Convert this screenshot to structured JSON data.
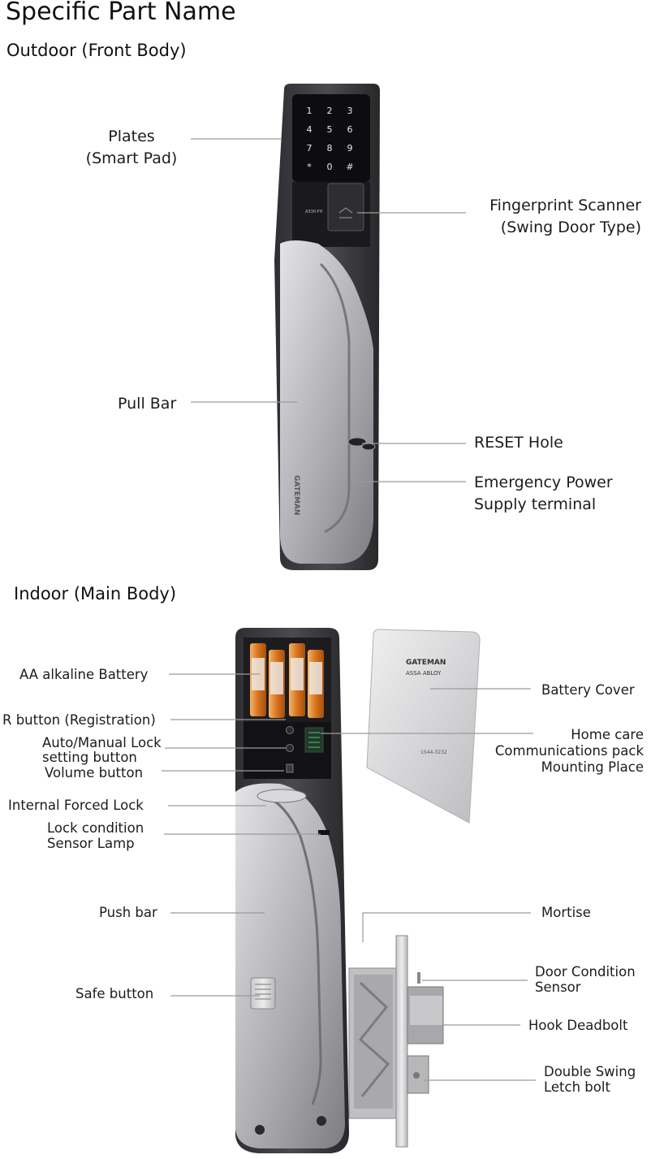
{
  "title": "Specific Part Name",
  "outdoor": {
    "heading": "Outdoor (Front Body)",
    "keypad": [
      "1",
      "2",
      "3",
      "4",
      "5",
      "6",
      "7",
      "8",
      "9",
      "*",
      "0",
      "#"
    ],
    "model_text": "A330-FH",
    "brand_vertical": "GATEMAN",
    "labels": {
      "plates_line1": "Plates",
      "plates_line2": "(Smart Pad)",
      "fingerprint_line1": "Fingerprint Scanner",
      "fingerprint_line2": "(Swing Door Type)",
      "pull_bar": "Pull Bar",
      "reset_hole": "RESET Hole",
      "emergency_line1": "Emergency Power",
      "emergency_line2": "Supply terminal"
    }
  },
  "indoor": {
    "heading": "Indoor (Main Body)",
    "cover_brand": "GATEMAN",
    "cover_sub": "ASSA ABLOY",
    "cover_phone": "1544-3232",
    "labels": {
      "aa_battery": "AA alkaline Battery",
      "r_button": "R button (Registration)",
      "auto_manual_line1": "Auto/Manual Lock",
      "auto_manual_line2": "setting button",
      "volume_button": "Volume button",
      "internal_forced_lock": "Internal Forced Lock",
      "lock_condition_line1": "Lock condition",
      "lock_condition_line2": "Sensor Lamp",
      "push_bar": "Push bar",
      "safe_button": "Safe button",
      "battery_cover": "Battery Cover",
      "home_care_line1": "Home care",
      "home_care_line2": "Communications pack",
      "home_care_line3": "Mounting Place",
      "mortise": "Mortise",
      "door_condition_line1": "Door Condition",
      "door_condition_line2": "Sensor",
      "hook_deadbolt": "Hook Deadbolt",
      "double_swing_line1": "Double Swing",
      "double_swing_line2": "Letch bolt"
    }
  },
  "colors": {
    "body_dark": "#3b3b3f",
    "body_silver": "#b9b9bd",
    "keypad_black": "#0d0d0f",
    "battery_orange": "#d8731e",
    "leader_line": "#9a9a9a"
  }
}
